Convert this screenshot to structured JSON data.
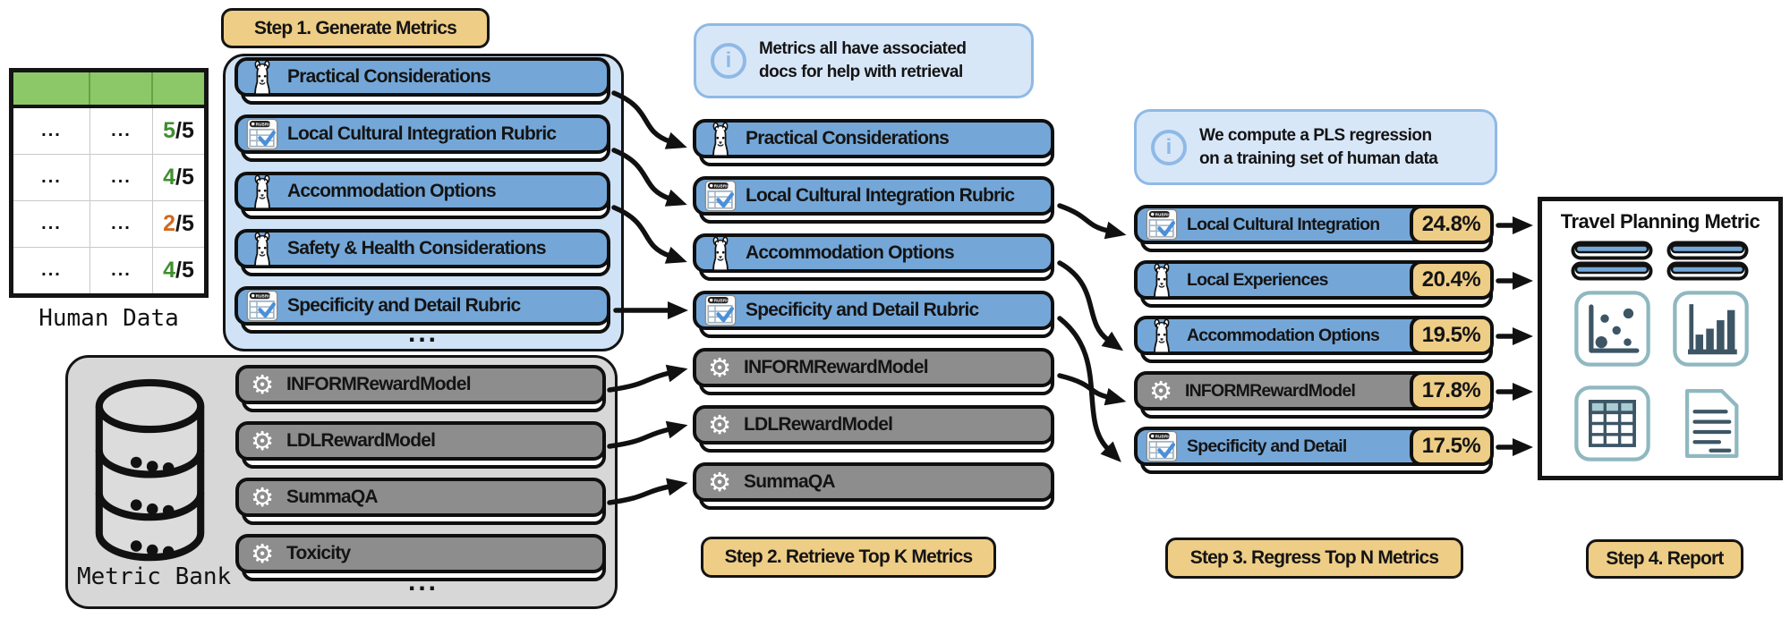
{
  "human_data": {
    "caption": "Human Data",
    "rows": [
      {
        "c1": "...",
        "c2": "...",
        "score": "5",
        "denom": "/5"
      },
      {
        "c1": "...",
        "c2": "...",
        "score": "4",
        "denom": "/5"
      },
      {
        "c1": "...",
        "c2": "...",
        "score": "2",
        "denom": "/5"
      },
      {
        "c1": "...",
        "c2": "...",
        "score": "4",
        "denom": "/5"
      }
    ]
  },
  "metric_bank": {
    "caption": "Metric Bank",
    "items": [
      "INFORMRewardModel",
      "LDLRewardModel",
      "SummaQA",
      "Toxicity"
    ],
    "ellipsis": "..."
  },
  "step1": {
    "label": "Step 1. Generate Metrics",
    "ellipsis": "...",
    "items": [
      {
        "label": "Practical Considerations",
        "icon": "llama-icon"
      },
      {
        "label": "Local Cultural Integration Rubric",
        "icon": "rubric-icon"
      },
      {
        "label": "Accommodation Options",
        "icon": "llama-icon"
      },
      {
        "label": "Safety & Health Considerations",
        "icon": "llama-icon"
      },
      {
        "label": "Specificity and Detail Rubric",
        "icon": "rubric-icon"
      }
    ]
  },
  "step2": {
    "label": "Step 2. Retrieve Top K Metrics",
    "items": [
      {
        "label": "Practical Considerations",
        "icon": "llama-icon"
      },
      {
        "label": "Local Cultural Integration Rubric",
        "icon": "rubric-icon"
      },
      {
        "label": "Accommodation Options",
        "icon": "llama-icon"
      },
      {
        "label": "Specificity and Detail Rubric",
        "icon": "rubric-icon"
      },
      {
        "label": "INFORMRewardModel",
        "icon": "gear-icon"
      },
      {
        "label": "LDLRewardModel",
        "icon": "gear-icon"
      },
      {
        "label": "SummaQA",
        "icon": "gear-icon"
      }
    ]
  },
  "step3": {
    "label": "Step 3. Regress Top N Metrics",
    "items": [
      {
        "label": "Local Cultural Integration",
        "weight": "24.8%",
        "icon": "rubric-icon"
      },
      {
        "label": "Local Experiences",
        "weight": "20.4%",
        "icon": "llama-icon"
      },
      {
        "label": "Accommodation Options",
        "weight": "19.5%",
        "icon": "llama-icon"
      },
      {
        "label": "INFORMRewardModel",
        "weight": "17.8%",
        "icon": "gear-icon"
      },
      {
        "label": "Specificity and Detail",
        "weight": "17.5%",
        "icon": "rubric-icon"
      }
    ]
  },
  "step4": {
    "label": "Step 4. Report",
    "panel_title": "Travel Planning Metric"
  },
  "notes": {
    "retrieval_line1": "Metrics all have associated",
    "retrieval_line2": "docs for help with retrieval",
    "regression_line1": "We compute a PLS regression",
    "regression_line2": "on a training set of human data"
  },
  "icons": {
    "gear": "⚙",
    "info": "i"
  },
  "colors": {
    "pill_blue": "#74a7d8",
    "pill_gray": "#8d8d8d",
    "panel_light_blue": "#cfe2f6",
    "bank_gray": "#d7d7d7",
    "label_tan": "#eecd86",
    "bubble_fill": "#d8e7f8",
    "bubble_border": "#8fb9e6",
    "table_header_green": "#8cc868",
    "score_green": "#3f8f2f",
    "score_orange": "#d2691f",
    "report_icon_slate": "#3d5565",
    "report_icon_teal": "#8fb8c0"
  }
}
